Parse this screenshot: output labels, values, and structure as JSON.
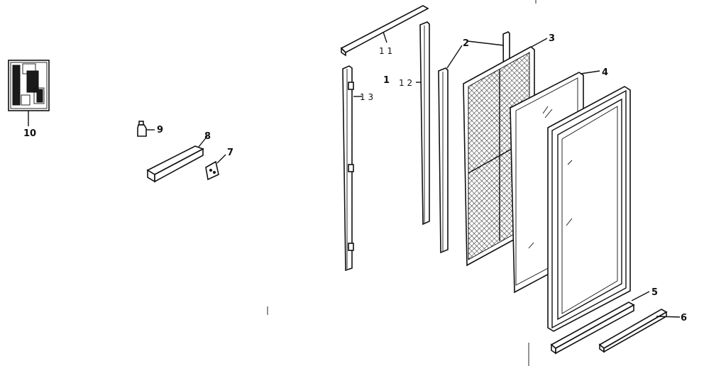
{
  "diagram": {
    "labels": {
      "p1": "1",
      "p2": "2",
      "p3": "3",
      "p4": "4",
      "p5": "5",
      "p6": "6",
      "p7": "7",
      "p8": "8",
      "p9": "9",
      "p10": "10",
      "p11": "1 1",
      "p12": "1 2",
      "p13": "1 3"
    }
  }
}
